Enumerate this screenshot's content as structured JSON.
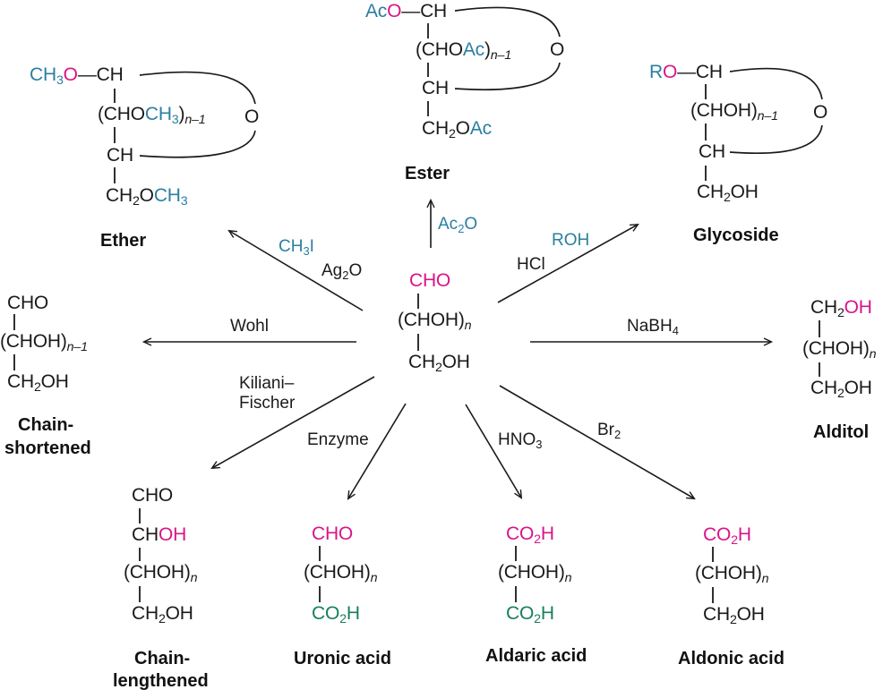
{
  "colors": {
    "teal": "#2b7fa0",
    "magenta": "#d81489",
    "green": "#17805a",
    "line": "#1a1a1a"
  },
  "molecules": {
    "ether": {
      "label": "Ether",
      "l1": [
        {
          "t": "CH",
          "c": "teal"
        },
        {
          "t": "3",
          "c": "teal",
          "sub": true
        },
        {
          "t": "O",
          "c": "magenta"
        },
        {
          "t": "—"
        },
        {
          "t": "CH"
        }
      ],
      "l2": [
        {
          "t": "(CHO"
        },
        {
          "t": "CH",
          "c": "teal"
        },
        {
          "t": "3",
          "c": "teal",
          "sub": true
        },
        {
          "t": ")"
        },
        {
          "t": "n–1",
          "sub": true,
          "i": true
        }
      ],
      "l3": [
        {
          "t": "CH"
        }
      ],
      "l4": [
        {
          "t": "CH"
        },
        {
          "t": "2",
          "sub": true
        },
        {
          "t": "O"
        },
        {
          "t": "CH",
          "c": "teal"
        },
        {
          "t": "3",
          "c": "teal",
          "sub": true
        }
      ],
      "ring_o": "O"
    },
    "ester": {
      "label": "Ester",
      "l1": [
        {
          "t": "Ac",
          "c": "teal"
        },
        {
          "t": "O",
          "c": "magenta"
        },
        {
          "t": "—"
        },
        {
          "t": "CH"
        }
      ],
      "l2": [
        {
          "t": "(CHO"
        },
        {
          "t": "Ac",
          "c": "teal"
        },
        {
          "t": ")"
        },
        {
          "t": "n–1",
          "sub": true,
          "i": true
        }
      ],
      "l3": [
        {
          "t": "CH"
        }
      ],
      "l4": [
        {
          "t": "CH"
        },
        {
          "t": "2",
          "sub": true
        },
        {
          "t": "O"
        },
        {
          "t": "Ac",
          "c": "teal"
        }
      ],
      "ring_o": "O"
    },
    "glycoside": {
      "label": "Glycoside",
      "l1": [
        {
          "t": "R",
          "c": "teal"
        },
        {
          "t": "O",
          "c": "magenta"
        },
        {
          "t": "—"
        },
        {
          "t": "CH"
        }
      ],
      "l2": [
        {
          "t": "(CHOH)"
        },
        {
          "t": "n–1",
          "sub": true,
          "i": true
        }
      ],
      "l3": [
        {
          "t": "CH"
        }
      ],
      "l4": [
        {
          "t": "CH"
        },
        {
          "t": "2",
          "sub": true
        },
        {
          "t": "OH"
        }
      ],
      "ring_o": "O"
    },
    "center": {
      "l1": [
        {
          "t": "CHO",
          "c": "magenta"
        }
      ],
      "l2": [
        {
          "t": "(CHOH)"
        },
        {
          "t": "n",
          "sub": true,
          "i": true
        }
      ],
      "l3": [
        {
          "t": "CH"
        },
        {
          "t": "2",
          "sub": true
        },
        {
          "t": "OH"
        }
      ]
    },
    "alditol": {
      "label": "Alditol",
      "l1": [
        {
          "t": "CH"
        },
        {
          "t": "2",
          "sub": true
        },
        {
          "t": "OH",
          "c": "magenta"
        }
      ],
      "l2": [
        {
          "t": "(CHOH)"
        },
        {
          "t": "n",
          "sub": true,
          "i": true
        }
      ],
      "l3": [
        {
          "t": "CH"
        },
        {
          "t": "2",
          "sub": true
        },
        {
          "t": "OH"
        }
      ]
    },
    "chain_shortened": {
      "label1": "Chain-",
      "label2": "shortened",
      "l1": [
        {
          "t": "CHO"
        }
      ],
      "l2": [
        {
          "t": "(CHOH)"
        },
        {
          "t": "n–1",
          "sub": true,
          "i": true
        }
      ],
      "l3": [
        {
          "t": "CH"
        },
        {
          "t": "2",
          "sub": true
        },
        {
          "t": "OH"
        }
      ]
    },
    "chain_lengthened": {
      "label1": "Chain-",
      "label2": "lengthened",
      "l1": [
        {
          "t": "CHO"
        }
      ],
      "l2": [
        {
          "t": "CH"
        },
        {
          "t": "OH",
          "c": "magenta"
        }
      ],
      "l3": [
        {
          "t": "(CHOH)"
        },
        {
          "t": "n",
          "sub": true,
          "i": true
        }
      ],
      "l4": [
        {
          "t": "CH"
        },
        {
          "t": "2",
          "sub": true
        },
        {
          "t": "OH"
        }
      ]
    },
    "uronic": {
      "label": "Uronic acid",
      "l1": [
        {
          "t": "CHO",
          "c": "magenta"
        }
      ],
      "l2": [
        {
          "t": "(CHOH)"
        },
        {
          "t": "n",
          "sub": true,
          "i": true
        }
      ],
      "l3": [
        {
          "t": "CO",
          "c": "green"
        },
        {
          "t": "2",
          "c": "green",
          "sub": true
        },
        {
          "t": "H",
          "c": "green"
        }
      ]
    },
    "aldaric": {
      "label": "Aldaric acid",
      "l1": [
        {
          "t": "CO",
          "c": "magenta"
        },
        {
          "t": "2",
          "c": "magenta",
          "sub": true
        },
        {
          "t": "H",
          "c": "magenta"
        }
      ],
      "l2": [
        {
          "t": "(CHOH)"
        },
        {
          "t": "n",
          "sub": true,
          "i": true
        }
      ],
      "l3": [
        {
          "t": "CO",
          "c": "green"
        },
        {
          "t": "2",
          "c": "green",
          "sub": true
        },
        {
          "t": "H",
          "c": "green"
        }
      ]
    },
    "aldonic": {
      "label": "Aldonic acid",
      "l1": [
        {
          "t": "CO",
          "c": "magenta"
        },
        {
          "t": "2",
          "c": "magenta",
          "sub": true
        },
        {
          "t": "H",
          "c": "magenta"
        }
      ],
      "l2": [
        {
          "t": "(CHOH)"
        },
        {
          "t": "n",
          "sub": true,
          "i": true
        }
      ],
      "l3": [
        {
          "t": "CH"
        },
        {
          "t": "2",
          "sub": true
        },
        {
          "t": "OH"
        }
      ]
    }
  },
  "reagents": {
    "ch3i": [
      {
        "t": "CH",
        "c": "teal"
      },
      {
        "t": "3",
        "c": "teal",
        "sub": true
      },
      {
        "t": "I",
        "c": "teal"
      }
    ],
    "ag2o": [
      {
        "t": "Ag"
      },
      {
        "t": "2",
        "sub": true
      },
      {
        "t": "O"
      }
    ],
    "ac2o": [
      {
        "t": "Ac",
        "c": "teal"
      },
      {
        "t": "2",
        "c": "teal",
        "sub": true
      },
      {
        "t": "O",
        "c": "teal"
      }
    ],
    "roh": [
      {
        "t": "ROH",
        "c": "teal"
      }
    ],
    "hcl": [
      {
        "t": "HCl"
      }
    ],
    "wohl": [
      {
        "t": "Wohl"
      }
    ],
    "nabh4": [
      {
        "t": "NaBH"
      },
      {
        "t": "4",
        "sub": true
      }
    ],
    "kiliani1": [
      {
        "t": "Kiliani–"
      }
    ],
    "kiliani2": [
      {
        "t": "Fischer"
      }
    ],
    "enzyme": [
      {
        "t": "Enzyme"
      }
    ],
    "hno3": [
      {
        "t": "HNO"
      },
      {
        "t": "3",
        "sub": true
      }
    ],
    "br2": [
      {
        "t": "Br"
      },
      {
        "t": "2",
        "sub": true
      }
    ]
  }
}
